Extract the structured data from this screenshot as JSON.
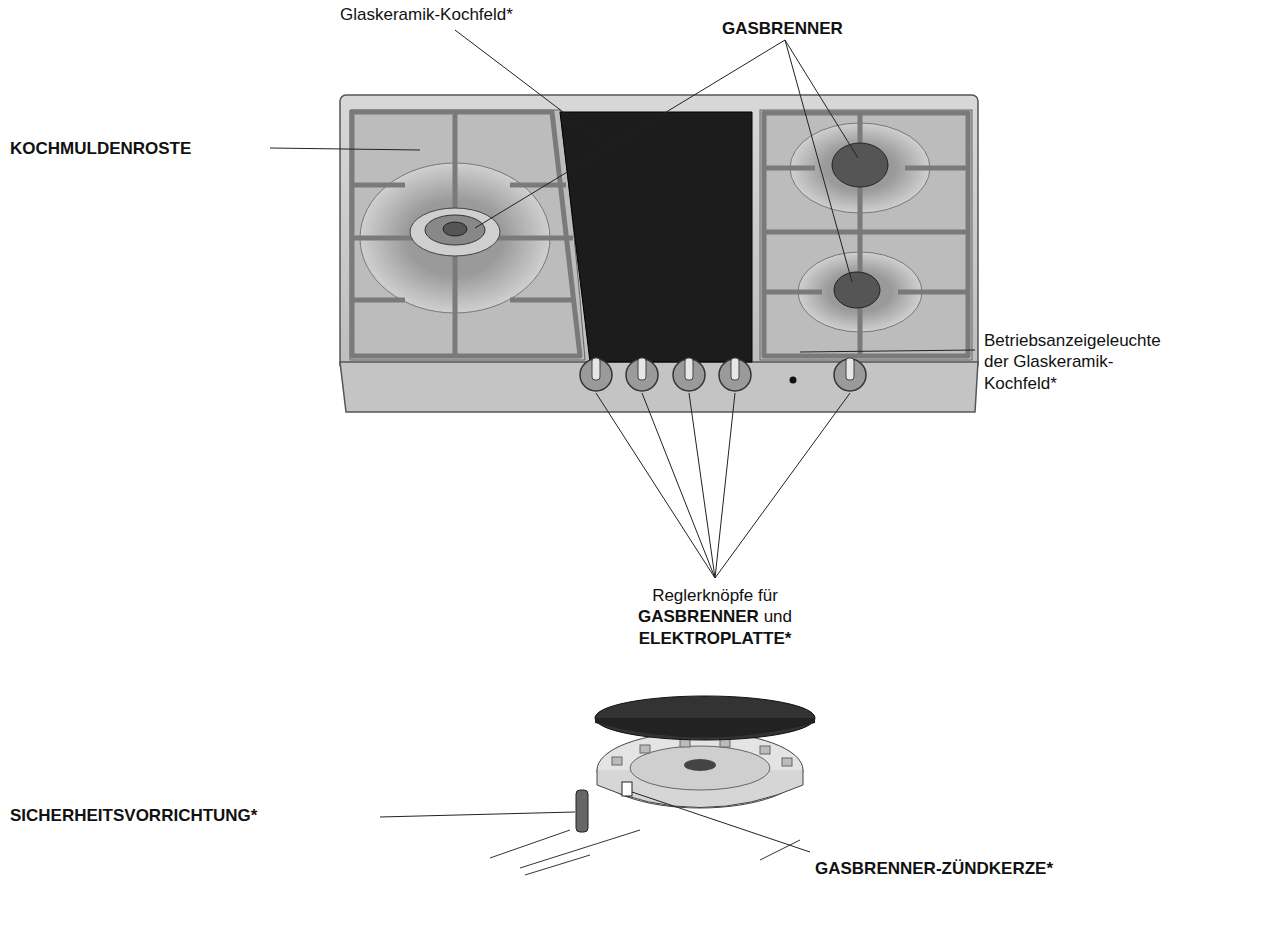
{
  "diagram": {
    "labels": [
      "Glaskeramik-Kochfeld*",
      "GASBRENNER",
      "KOCHMULDENROSTE",
      "Betriebsanzeigeleuchte der Glaskeramik-Kochfeld*",
      "Reglerknöpfe für GASBRENNER und ELEKTROPLATTE*",
      "SICHERHEITSVORRICHTUNG*",
      "GASBRENNER-ZÜNDKERZE*"
    ]
  }
}
